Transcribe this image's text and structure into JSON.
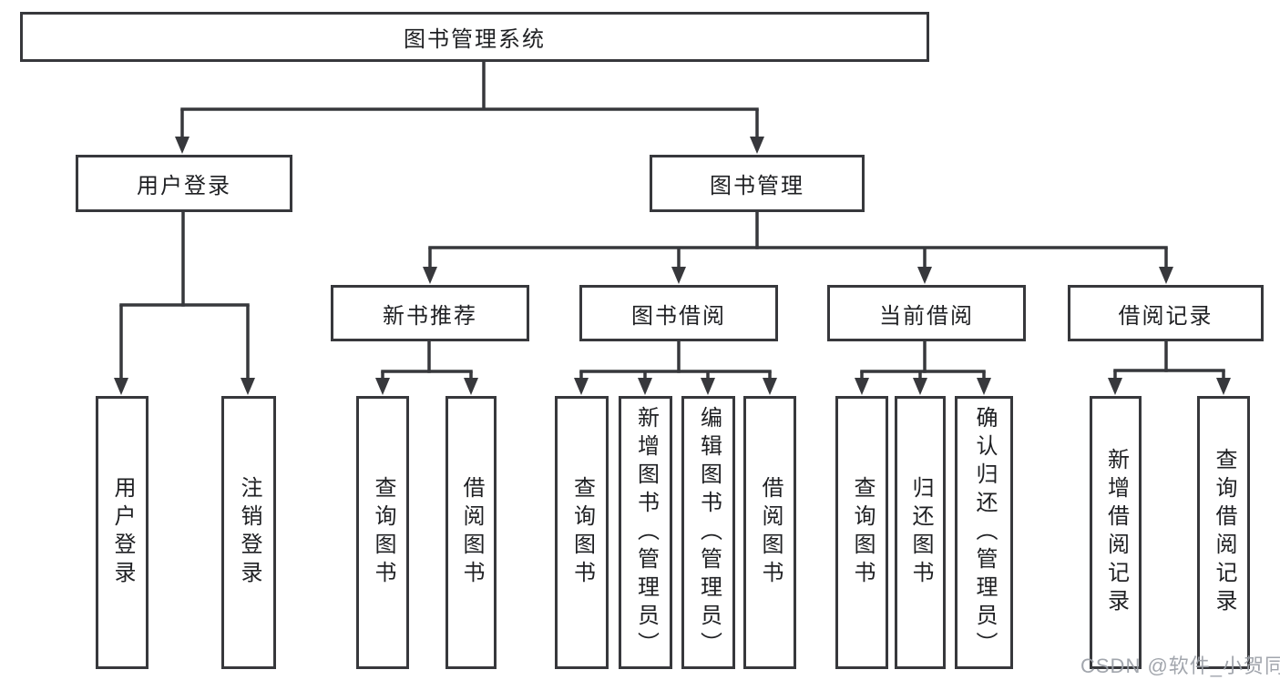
{
  "tree": {
    "label": "图书管理系统",
    "children": [
      {
        "label": "用户登录",
        "children": [
          {
            "label": "用户登录"
          },
          {
            "label": "注销登录"
          }
        ]
      },
      {
        "label": "图书管理",
        "children": [
          {
            "label": "新书推荐",
            "children": [
              {
                "label": "查询图书"
              },
              {
                "label": "借阅图书"
              }
            ]
          },
          {
            "label": "图书借阅",
            "children": [
              {
                "label": "查询图书"
              },
              {
                "label": "新增图书（管理员）"
              },
              {
                "label": "编辑图书（管理员）"
              },
              {
                "label": "借阅图书"
              }
            ]
          },
          {
            "label": "当前借阅",
            "children": [
              {
                "label": "查询图书"
              },
              {
                "label": "归还图书"
              },
              {
                "label": "确认归还（管理员）"
              }
            ]
          },
          {
            "label": "借阅记录",
            "children": [
              {
                "label": "新增借阅记录"
              },
              {
                "label": "查询借阅记录"
              }
            ]
          }
        ]
      }
    ]
  },
  "watermark": "CSDN @软件_小贺同学",
  "colors": {
    "line": "#37383c",
    "box_border": "#37383c",
    "box_background": "#ffffff",
    "text": "#1f2023",
    "watermark": "#9a9ea6",
    "page_background": "#ffffff"
  }
}
